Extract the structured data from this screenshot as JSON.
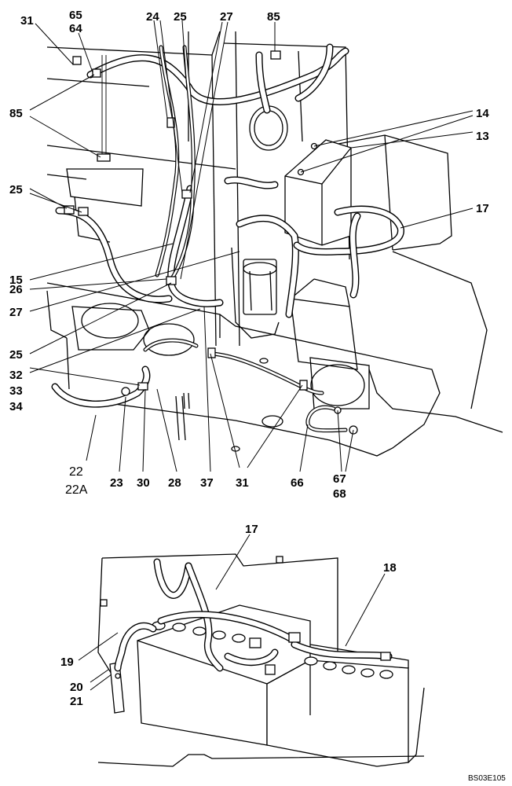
{
  "diagram": {
    "top_view": {
      "callouts": [
        "31",
        "65",
        "64",
        "24",
        "25",
        "27",
        "85",
        "85",
        "14",
        "13",
        "17",
        "25",
        "15",
        "26",
        "27",
        "25",
        "32",
        "33",
        "34",
        "22",
        "22A",
        "23",
        "30",
        "28",
        "37",
        "31",
        "66",
        "67",
        "68"
      ]
    },
    "bottom_view": {
      "callouts": [
        "17",
        "18",
        "19",
        "20",
        "21"
      ]
    },
    "drawing_id": "BS03E105"
  }
}
